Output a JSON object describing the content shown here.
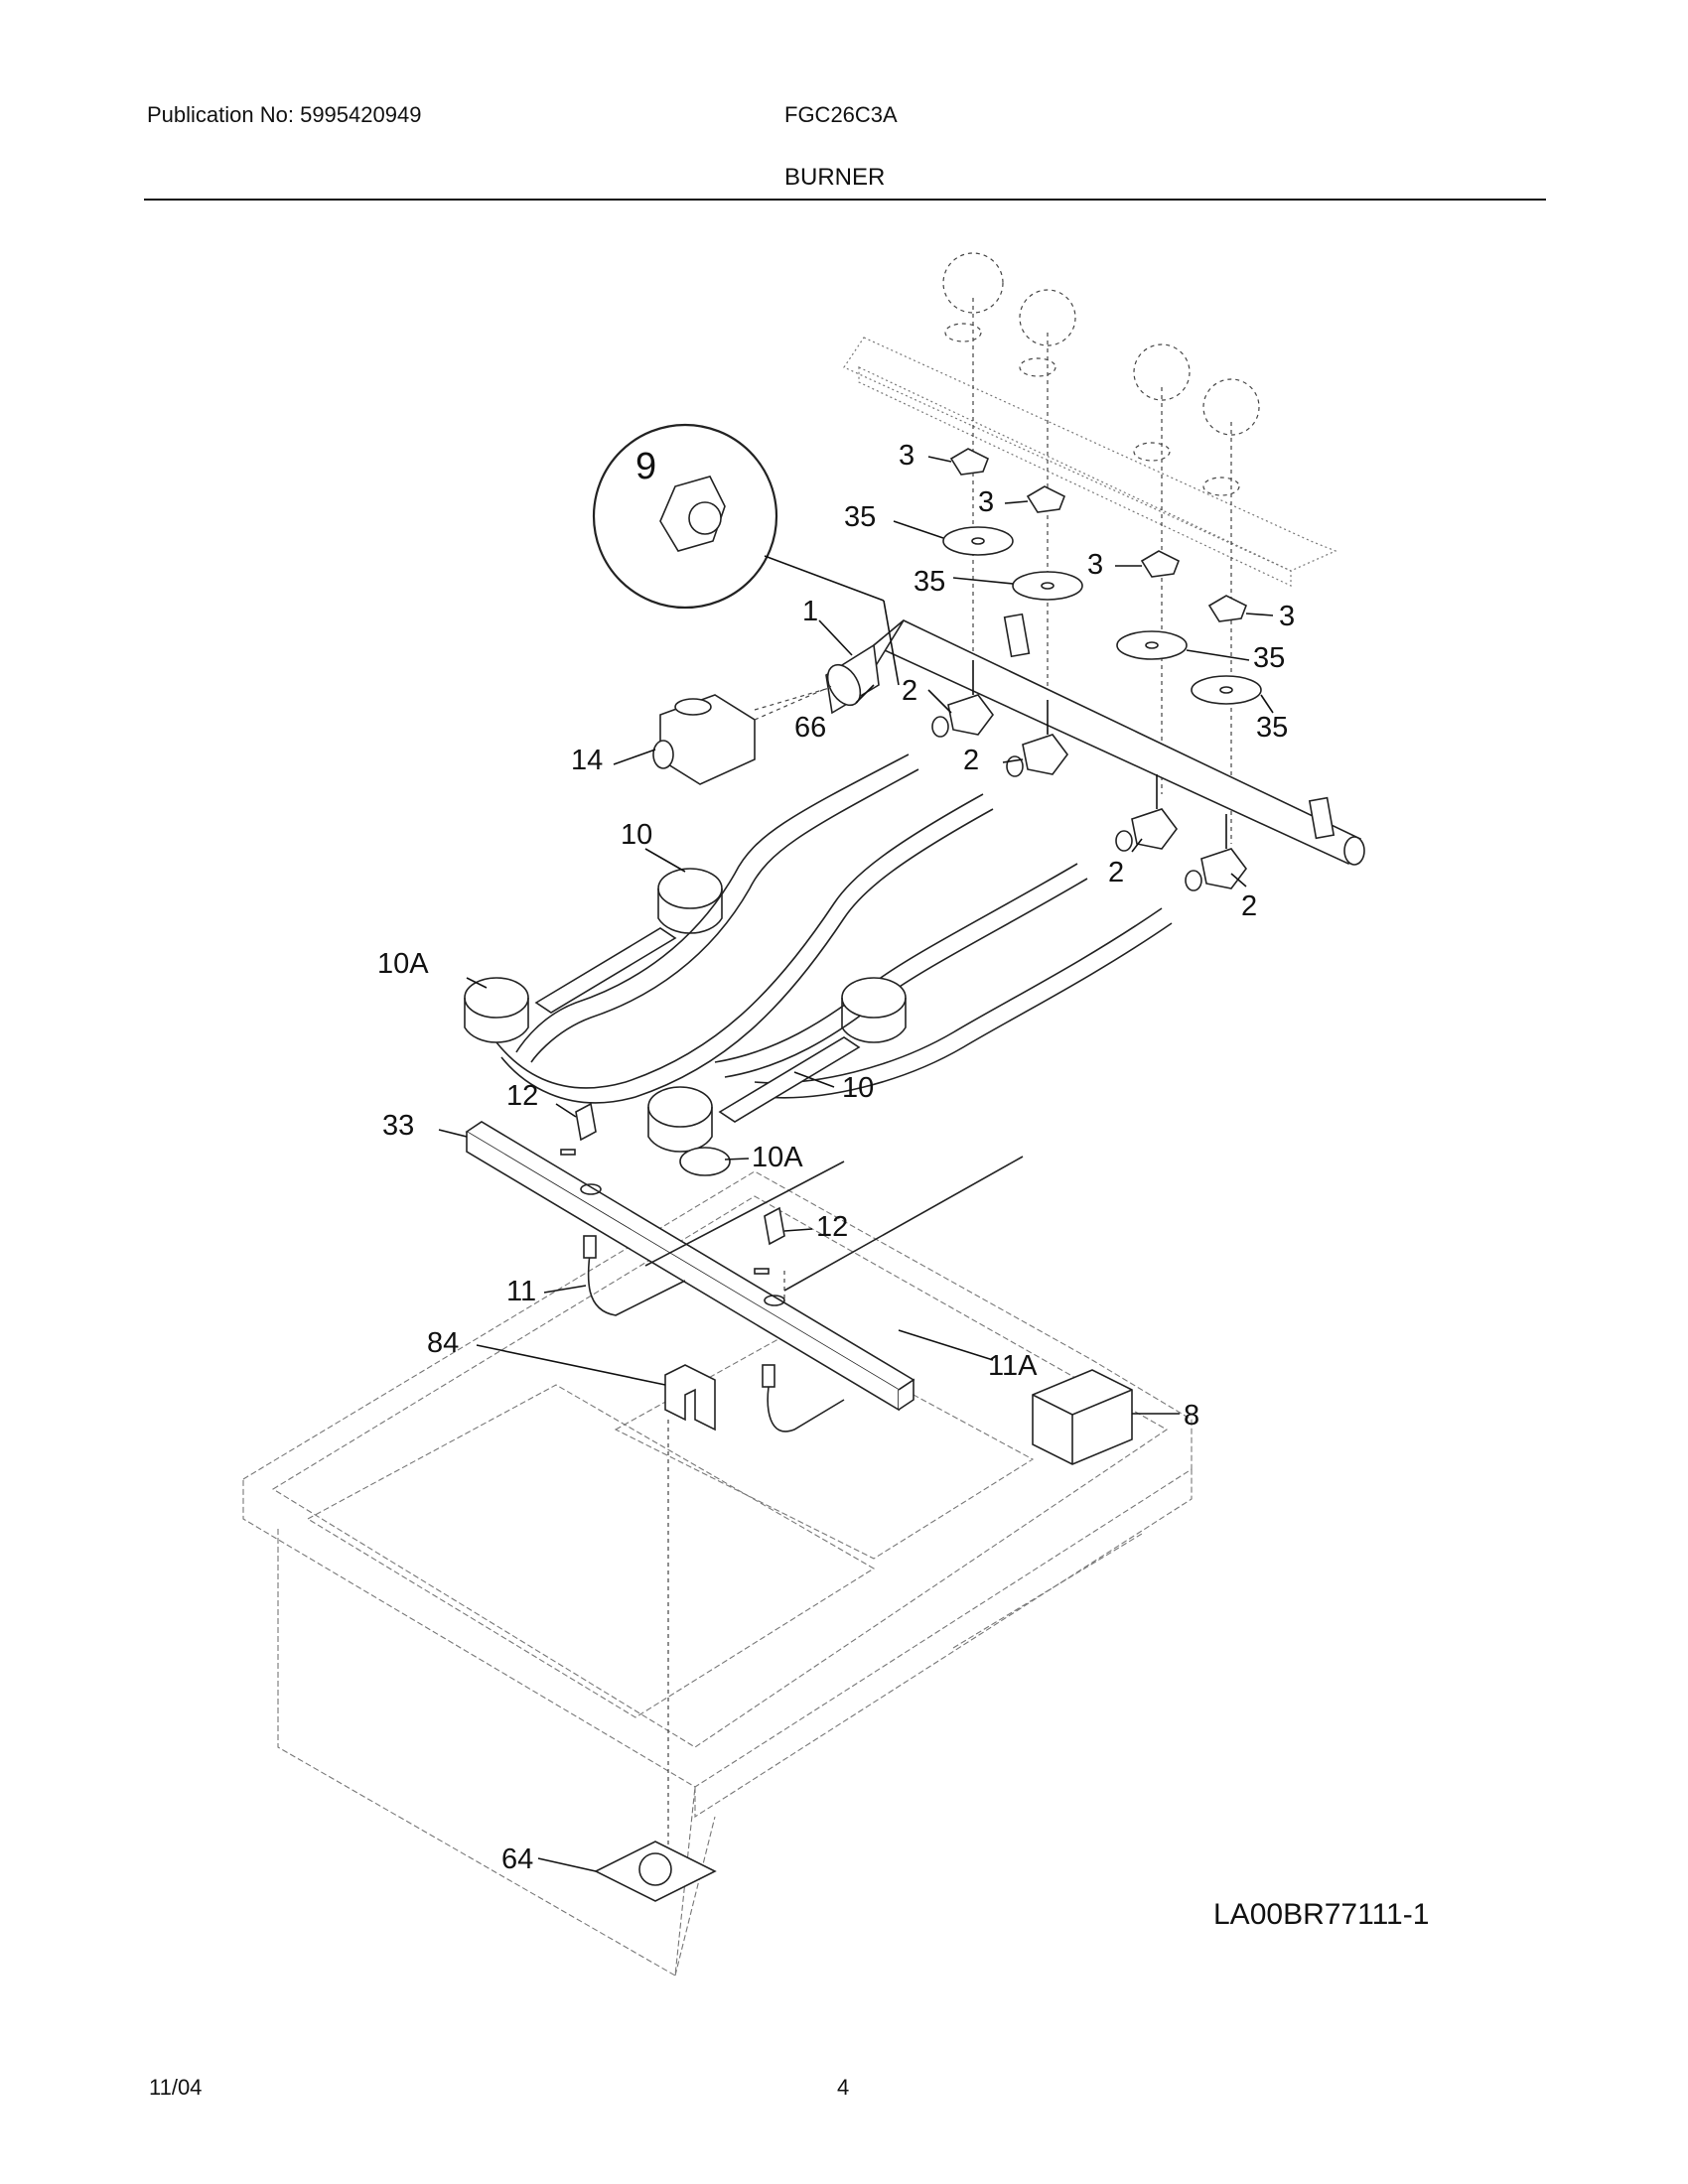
{
  "header": {
    "publication": "Publication No: 5995420949",
    "model": "FGC26C3A",
    "section": "BURNER"
  },
  "callouts": {
    "c1": "1",
    "c2": "2",
    "c3": "3",
    "c8": "8",
    "c9": "9",
    "c10": "10",
    "c10a": "10A",
    "c11": "11",
    "c11a": "11A",
    "c12": "12",
    "c14": "14",
    "c33": "33",
    "c35": "35",
    "c64": "64",
    "c66": "66",
    "c84": "84"
  },
  "diagram_code": "LA00BR77111-1",
  "footer": {
    "date": "11/04",
    "page": "4"
  }
}
